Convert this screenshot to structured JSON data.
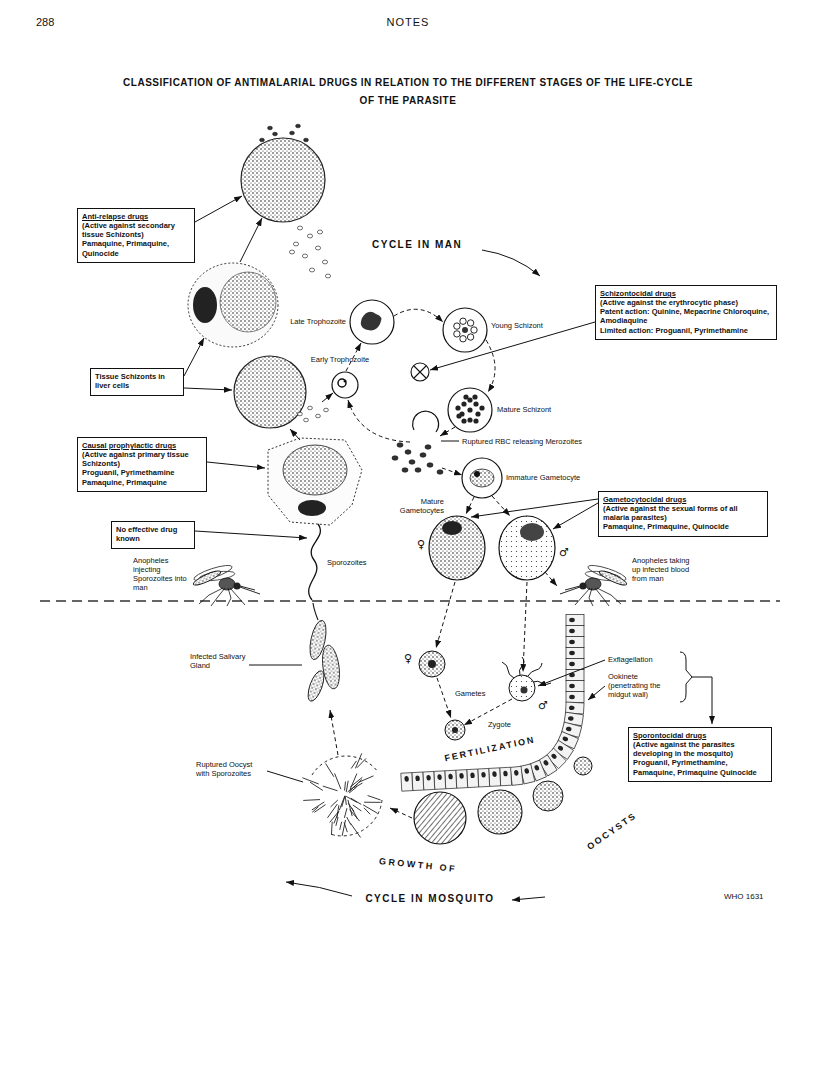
{
  "diagram": {
    "title": "CLASSIFICATION OF ANTIMALARIAL DRUGS IN RELATION TO THE DIFFERENT STAGES OF THE LIFE-CYCLE OF THE PARASITE",
    "nodes": [
      {
        "text": [
          "Anti-relapse drugs",
          "(Active against secondary tissue Schizonts)",
          "Pamaquine, Primaquine, Quinocide"
        ]
      },
      {
        "text": [
          "Schizontocidal drugs",
          "(Active against the erythrocytic phase)",
          "Patent action: Quinine, Mepacrine Chloroquine, Amodiaquine",
          "Limited action: Proguanil, Pyrimethamine"
        ]
      },
      {
        "text": [
          "Tissue Schizonts in liver cells"
        ]
      },
      {
        "text": [
          "Causal prophylactic drugs",
          "(Active against primary tissue Schizonts)",
          "Proguanil, Pyrimethamine Pamaquine, Primaquine"
        ]
      },
      {
        "text": [
          "Gametocytocidal drugs",
          "(Active against the sexual forms of all malaria parasites)",
          "Pamaquine, Primaquine, Quinocide"
        ]
      },
      {
        "text": [
          "No effective drug known"
        ]
      },
      {
        "text": [
          "Sporontocidal drugs",
          "(Active against the parasites developing in the mosquito)",
          "Proguanil, Pyrimethamine, Pamaquine, Primaquine Quinocide"
        ]
      }
    ],
    "labels": [
      "288",
      "NOTES",
      "CYCLE IN MAN",
      "Late Trophozoite",
      "Young Schizont",
      "Early Trophozoite",
      "Mature Schizont",
      "Ruptured RBC releasing Merozoites",
      "Immature Gametocyte",
      "Mature Gametocytes",
      "♀",
      "♂",
      "Sporozoites",
      "Anopheles injecting Sporozoites into man",
      "Anopheles taking up infected blood from man",
      "♀",
      "♂",
      "Exflagellation",
      "Gametes",
      "Ookinete (penetrating the midgut wall)",
      "Infected Salivary Gland",
      "Zygote",
      "FERTILIZATION",
      "Ruptured Oocyst with Sporozoites",
      "OOCYSTS",
      "GROWTH OF",
      "CYCLE IN MOSQUITO",
      "WHO 1631"
    ]
  }
}
